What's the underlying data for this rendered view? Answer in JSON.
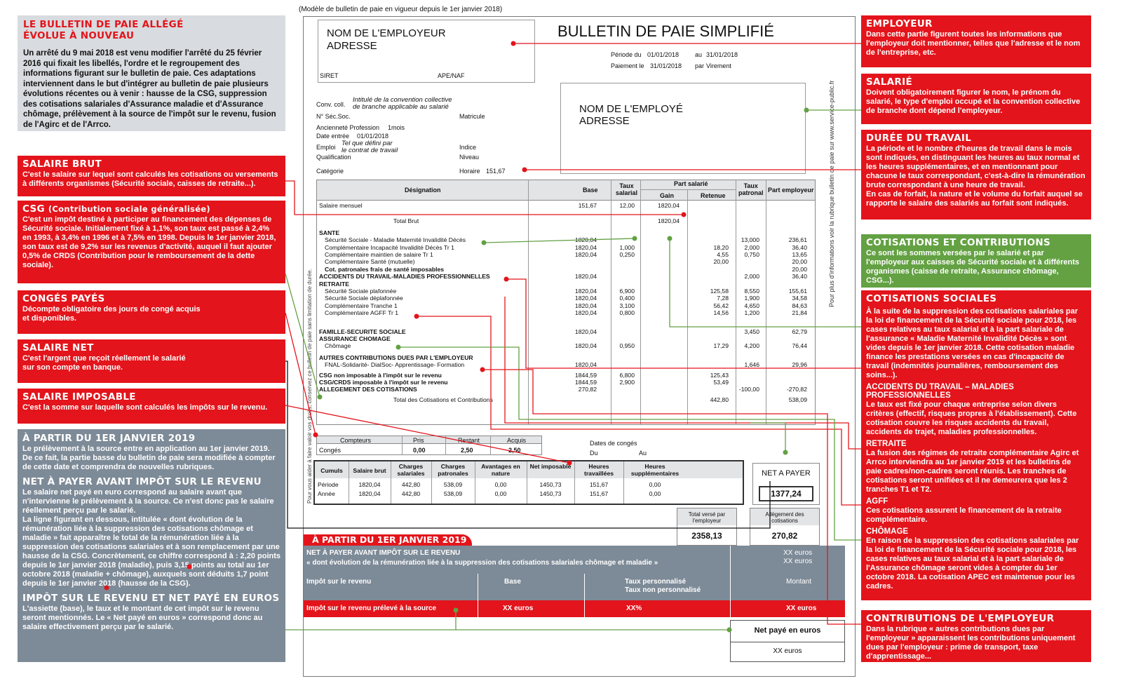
{
  "model_note": "(Modèle de bulletin de paie en vigueur depuis le 1er janvier 2018)",
  "side_url": "Pour plus d'informations voir la rubrique bulletin de paie sur www.service-public.fr",
  "side_vertical": "Pour vous aider à faire valoir vos droits, conservez ce bulletin de paie sans limitation de durée.",
  "intro": {
    "title_line1": "LE BULLETIN DE PAIE ALLÉGÉ",
    "title_line2": "ÉVOLUE À NOUVEAU",
    "text": "Un arrêté du 9 mai 2018 est venu modifier l'arrêté du 25 février 2016 qui fixait les libellés, l'ordre et le regroupement des informations figurant sur le bulletin de paie. Ces adaptations interviennent dans le but d'intégrer au bulletin de paie plusieurs évolutions récentes ou à venir : hausse de la CSG, suppression des cotisations salariales d'Assurance maladie et d'Assurance chômage, prélèvement à la source de l'impôt sur le revenu, fusion de l'Agirc et de l'Arrco."
  },
  "left_boxes": {
    "brut": {
      "title": "SALAIRE BRUT",
      "text": "C'est le salaire sur lequel sont calculés les cotisations ou versements à différents organismes (Sécurité sociale, caisses de retraite...)."
    },
    "csg": {
      "title": "CSG",
      "title_suffix": "(Contribution sociale généralisée)",
      "text": "C'est un impôt destiné à participer au financement des dépenses de Sécurité sociale. Initialement fixé à 1,1%, son taux est passé à 2,4% en 1993, à 3,4% en 1996 et à 7,5% en 1998. Depuis le 1er janvier 2018, son taux est de 9,2% sur les revenus d'activité, auquel il faut ajouter 0,5% de CRDS (Contribution pour le remboursement de la dette sociale)."
    },
    "conges": {
      "title": "CONGÉS PAYÉS",
      "text": "Décompte obligatoire des jours de congé acquis\net disponibles."
    },
    "net": {
      "title": "SALAIRE NET",
      "text": "C'est l'argent que reçoit réellement le salarié\nsur son compte en banque."
    },
    "imposable": {
      "title": "SALAIRE IMPOSABLE",
      "text": "C'est la somme sur laquelle sont calculés les impôts sur le revenu."
    },
    "y2019": {
      "title": "À PARTIR DU 1ER JANVIER 2019",
      "text1": "Le prélèvement à la source entre en application au 1er janvier 2019. De ce fait, la partie basse du bulletin de paie sera modifiée à compter de cette date et comprendra de nouvelles rubriques.",
      "sub2": "NET À PAYER AVANT IMPÔT SUR LE REVENU",
      "text2": "Le salaire net payé en euro correspond au salaire avant que n'intervienne le prélèvement à la source. Ce n'est donc pas le salaire réellement perçu par le salarié.\nLa ligne figurant en dessous, intitulée « dont évolution de la rémunération liée à la suppression des cotisations chômage et maladie » fait apparaître le total de la rémunération liée à la suppression des cotisations salariales et à son remplacement par une hausse de la CSG. Concrètement, ce chiffre correspond à : 2,20 points depuis le 1er janvier 2018 (maladie), puis 3,15 points au total au 1er octobre 2018 (maladie + chômage), auxquels sont déduits 1,7 point depuis le 1er janvier 2018 (hausse de la CSG).",
      "sub3": "IMPÔT SUR LE REVENU ET NET PAYÉ EN EUROS",
      "text3": "L'assiette (base), le taux et le montant de cet impôt sur le revenu seront mentionnés. Le « Net payé en euros » correspond donc au salaire effectivement perçu par le salarié."
    }
  },
  "right_boxes": {
    "employeur": {
      "title": "EMPLOYEUR",
      "text": "Dans cette partie figurent toutes les informations que l'employeur doit mentionner, telles que l'adresse et le nom de l'entreprise, etc."
    },
    "salarie": {
      "title": "SALARIÉ",
      "text": "Doivent obligatoirement figurer le nom, le prénom du salarié, le type d'emploi occupé et la convention collective de branche dont dépend l'employeur."
    },
    "duree": {
      "title": "DURÉE DU TRAVAIL",
      "text": "La période et le nombre d'heures de travail dans le mois sont indiqués, en distinguant les heures au taux normal et les heures supplémentaires, et en mentionnant pour chacune le taux correspondant, c'est-à-dire la rémunération brute correspondant à une heure de travail.\nEn cas de forfait, la nature et le volume du forfait auquel se rapporte le salaire des salariés au forfait sont indiqués."
    },
    "cotisations": {
      "title": "COTISATIONS ET CONTRIBUTIONS",
      "text": "Ce sont les sommes versées par le salarié et par l'employeur aux caisses de Sécurité sociale et à différents organismes (caisse de retraite, Assurance chômage, CSG...)."
    },
    "sociales": {
      "title": "COTISATIONS SOCIALES",
      "text": "À la suite de la suppression des cotisations salariales par la loi de financement de la Sécurité sociale pour 2018, les cases relatives au taux salarial et à la part salariale de l'assurance « Maladie Maternité Invalidité Décès » sont vides depuis le 1er janvier 2018. Cette cotisation maladie finance les prestations versées en cas d'incapacité de travail (indemnités journalières, remboursement des soins...).",
      "accidents_title": "ACCIDENTS DU TRAVAIL – MALADIES PROFESSIONNELLES",
      "accidents_text": "Le taux est fixé pour chaque entreprise selon divers critères (effectif, risques propres à l'établissement). Cette cotisation couvre les risques accidents du travail, accidents de trajet, maladies professionnelles.",
      "retraite_title": "RETRAITE",
      "retraite_text": "La fusion des régimes de retraite complémentaire Agirc et Arrco interviendra au 1er janvier 2019 et les bulletins de paie cadres/non-cadres seront réunis. Les tranches de cotisations seront unifiées et il ne demeurera que les 2 tranches T1 et T2.",
      "agff_title": "AGFF",
      "agff_text": "Ces cotisations assurent le financement de la retraite complémentaire.",
      "chomage_title": "CHÔMAGE",
      "chomage_text": "En raison de la suppression des cotisations salariales par la loi de financement de la Sécurité sociale pour 2018, les cases relatives au taux salarial et à la part salariale de l'Assurance chômage seront vides à compter du 1er octobre 2018. La cotisation APEC est maintenue pour les cadres."
    },
    "contributions": {
      "title": "CONTRIBUTIONS DE L'EMPLOYEUR",
      "text": "Dans la rubrique « autres contributions dues par l'employeur » apparaissent les contributions uniquement dues par l'employeur : prime de transport, taxe d'apprentissage..."
    }
  },
  "slip": {
    "employer": "NOM DE L'EMPLOYEUR",
    "employer_addr": "ADRESSE",
    "siret": "SIRET",
    "apenaf": "APE/NAF",
    "title": "BULLETIN DE PAIE SIMPLIFIÉ",
    "periode_label": "Période du",
    "periode_from": "01/01/2018",
    "periode_au": "au",
    "periode_to": "31/01/2018",
    "paiement_label": "Paiement le",
    "paiement_date": "31/01/2018",
    "paiement_par": "par",
    "paiement_mode": "Virement",
    "conv_label": "Conv. coll.",
    "conv_value": "Intitulé de la convention collective\nde branche applicable au salarié",
    "secsoc": "N° Séc.Soc.",
    "matricule": "Matricule",
    "anciennete_label": "Ancienneté Profession",
    "anciennete_value": "1mois",
    "entree_label": "Date entrée",
    "entree_value": "01/01/2018",
    "emploi_label": "Emploi",
    "emploi_value": "Tel que défini par\nle contrat de travail",
    "indice": "Indice",
    "qualification": "Qualification",
    "niveau": "Niveau",
    "categorie": "Catégorie",
    "horaire_label": "Horaire",
    "horaire_value": "151,67",
    "employee": "NOM DE L'EMPLOYÉ",
    "employee_addr": "ADRESSE",
    "headers": {
      "designation": "Désignation",
      "base": "Base",
      "taux_sal": "Taux\nsalarial",
      "part_sal": "Part salarié",
      "gain": "Gain",
      "retenue": "Retenue",
      "taux_pat": "Taux\npatronal",
      "part_emp": "Part employeur"
    },
    "rows": [
      {
        "label": "Salaire mensuel",
        "indent": 0,
        "bold": false,
        "base": "151,67",
        "taux": "12,00",
        "gain": "1820,04",
        "retenue": "",
        "tpat": "",
        "pemp": ""
      },
      {
        "label": "Total Brut",
        "indent": 2,
        "bold": false,
        "base": "",
        "taux": "",
        "gain": "1820,04",
        "retenue": "",
        "tpat": "",
        "pemp": "",
        "gap": 12
      },
      {
        "label": "SANTE",
        "indent": 0,
        "bold": true,
        "gap": 6
      },
      {
        "label": "Sécurité Sociale - Maladie Maternité Invalidité Décès",
        "indent": 1,
        "base": "1820,04",
        "tpat": "13,000",
        "pemp": "236,61"
      },
      {
        "label": "Complémentaire Incapacité Invalidité Décès Tr 1",
        "indent": 1,
        "base": "1820,04",
        "taux": "1,000",
        "retenue": "18,20",
        "tpat": "2,000",
        "pemp": "36,40"
      },
      {
        "label": "Complémentaire maintien de salaire Tr 1",
        "indent": 1,
        "base": "1820,04",
        "taux": "0,250",
        "retenue": "4,55",
        "tpat": "0,750",
        "pemp": "13,65"
      },
      {
        "label": "Complémentaire Santé (mutuelle)",
        "indent": 1,
        "retenue": "20,00",
        "pemp": "20,00"
      },
      {
        "label": "Cot. patronales frais de santé imposables",
        "indent": 1,
        "bold": true,
        "pemp": "20,00"
      },
      {
        "label": "ACCIDENTS DU TRAVAIL-MALADIES PROFESSIONNELLES",
        "indent": 0,
        "bold": true,
        "base": "1820,04",
        "tpat": "2,000",
        "pemp": "36,40"
      },
      {
        "label": "RETRAITE",
        "indent": 0,
        "bold": true
      },
      {
        "label": "Sécurité Sociale plafonnée",
        "indent": 1,
        "base": "1820,04",
        "taux": "6,900",
        "retenue": "125,58",
        "tpat": "8,550",
        "pemp": "155,61"
      },
      {
        "label": "Sécurité Sociale déplafonnée",
        "indent": 1,
        "base": "1820,04",
        "taux": "0,400",
        "retenue": "7,28",
        "tpat": "1,900",
        "pemp": "34,58"
      },
      {
        "label": "Complémentaire Tranche 1",
        "indent": 1,
        "base": "1820,04",
        "taux": "3,100",
        "retenue": "56,42",
        "tpat": "4,650",
        "pemp": "84,63"
      },
      {
        "label": "Complémentaire AGFF Tr 1",
        "indent": 1,
        "base": "1820,04",
        "taux": "0,800",
        "retenue": "14,56",
        "tpat": "1,200",
        "pemp": "21,84"
      },
      {
        "label": "FAMILLE-SECURITE SOCIALE",
        "indent": 0,
        "bold": true,
        "base": "1820,04",
        "tpat": "3,450",
        "pemp": "62,79",
        "gap": 16
      },
      {
        "label": "ASSURANCE CHOMAGE",
        "indent": 0,
        "bold": true
      },
      {
        "label": "Chômage",
        "indent": 1,
        "base": "1820,04",
        "taux": "0,950",
        "retenue": "17,29",
        "tpat": "4,200",
        "pemp": "76,44"
      },
      {
        "label": "AUTRES CONTRIBUTIONS DUES PAR L'EMPLOYEUR",
        "indent": 0,
        "bold": true,
        "gap": 6
      },
      {
        "label": "FNAL-Solidarité- DialSoc- Apprentissage- Formation",
        "indent": 1,
        "base": "1820,04",
        "tpat": "1,646",
        "pemp": "29,96"
      },
      {
        "label": "CSG non imposable à l'impôt sur le revenu",
        "indent": 0,
        "bold": true,
        "base": "1844,59",
        "taux": "6,800",
        "retenue": "125,43",
        "gap": 4
      },
      {
        "label": "CSG/CRDS imposable à l'impôt sur le revenu",
        "indent": 0,
        "bold": true,
        "base": "1844,59",
        "taux": "2,900",
        "retenue": "53,49"
      },
      {
        "label": "ALLEGEMENT DES COTISATIONS",
        "indent": 0,
        "bold": true,
        "base": "270,82",
        "tpat": "-100,00",
        "pemp": "-270,82"
      },
      {
        "label": "Total des Cotisations et Contributions",
        "indent": 3,
        "retenue": "442,80",
        "pemp": "538,09",
        "gap": 4
      }
    ],
    "conges": {
      "headers": [
        "Compteurs",
        "Pris",
        "Restant",
        "Acquis"
      ],
      "label": "Congés",
      "values": [
        "0,00",
        "2,50",
        "2,50"
      ],
      "dates_title": "Dates de congés",
      "du": "Du",
      "au": "Au"
    },
    "cumuls": {
      "headers": [
        "Cumuls",
        "Salaire brut",
        "Charges salariales",
        "Charges patronales",
        "Avantages en nature",
        "Net imposable",
        "Heures travaillées",
        "Heures supplémentaires"
      ],
      "rows": [
        [
          "Période",
          "1820,04",
          "442,80",
          "538,09",
          "0,00",
          "1450,73",
          "151,67",
          "0,00"
        ],
        [
          "Année",
          "1820,04",
          "442,80",
          "538,09",
          "0,00",
          "1450,73",
          "151,67",
          "0,00"
        ]
      ]
    },
    "net_a_payer_label": "NET A PAYER",
    "net_a_payer_value": "1377,24",
    "total_verse_label": "Total versé par\nl'employeur",
    "total_verse_value": "2358,13",
    "allegement_label": "Allègement des\ncotisations",
    "allegement_value": "270,82",
    "banner_2019": "À PARTIR DU 1ER JANVIER 2019",
    "bottom": {
      "net_avant": "NET À PAYER AVANT IMPÔT SUR LE REVENU",
      "dont": "« dont évolution de la rémunération liée à la suppression des cotisations salariales chômage et maladie »",
      "xx1": "XX euros",
      "xx2": "XX euros",
      "impot_label": "Impôt sur le revenu",
      "base_label": "Base",
      "taux_perso": "Taux personnalisé",
      "taux_non_perso": "Taux non personnalisé",
      "montant": "Montant",
      "preleve_label": "Impôt sur le revenu prélevé à la source",
      "preleve_base": "XX euros",
      "preleve_taux": "XX%",
      "preleve_montant": "XX euros",
      "net_paye_label": "Net payé en euros",
      "net_paye_value": "XX euros"
    }
  },
  "colors": {
    "red": "#e3141b",
    "green": "#63a143",
    "slate": "#7d8a97",
    "grey": "#d8dbdf"
  }
}
